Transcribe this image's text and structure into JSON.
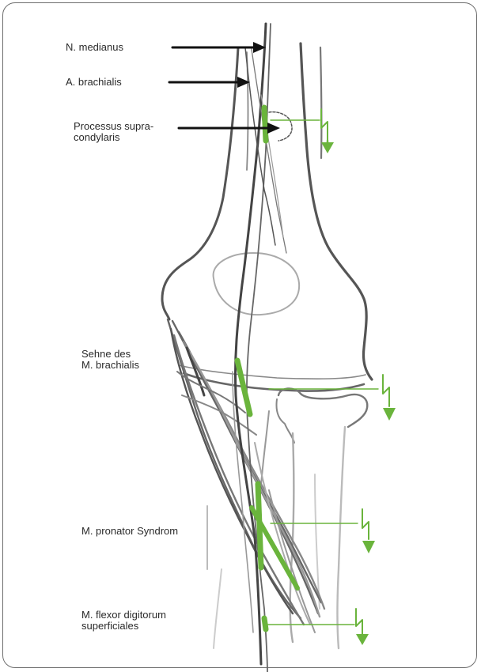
{
  "labels": {
    "median_nerve": "N. medianus",
    "brachial_artery": "A. brachialis",
    "supracondylar_process": [
      "Processus supra-",
      "condylaris"
    ],
    "brachialis_tendon": [
      "Sehne des",
      "M. brachialis"
    ],
    "pronator_syndrome": "M. pronator Syndrom",
    "flexor_digitorum": [
      "M. flexor digitorum",
      "superficiales"
    ]
  },
  "colors": {
    "compression_green": "#6ab43c",
    "anatomy_gray": "#5a5a5a",
    "label_arrow": "#111111"
  },
  "icons": {
    "compression_marker": "lightning-down-arrow-icon",
    "pointer": "arrow-right-icon"
  }
}
